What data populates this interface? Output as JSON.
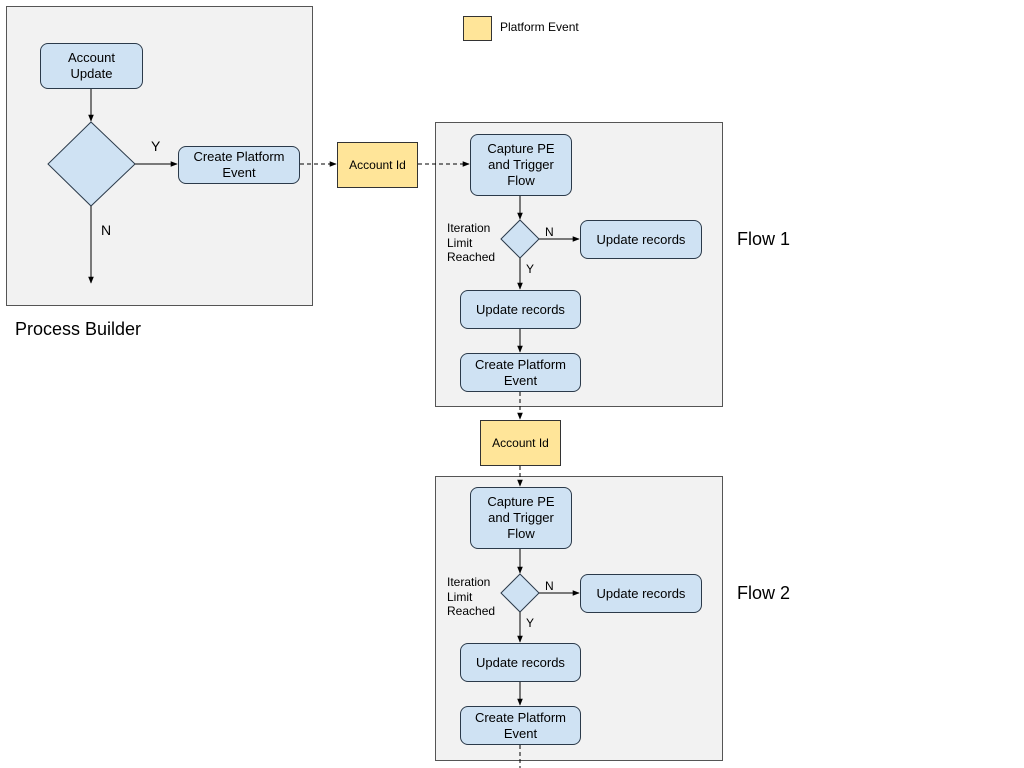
{
  "legend": {
    "label": "Platform Event"
  },
  "process_builder": {
    "title": "Process Builder",
    "start_node": "Account Update",
    "yes_label": "Y",
    "no_label": "N",
    "create_event": "Create Platform Event"
  },
  "event_payload_1": "Account Id",
  "event_payload_2": "Account Id",
  "flow1": {
    "title": "Flow 1",
    "capture": "Capture PE and Trigger Flow",
    "condition": "Iteration\nLimit\nReached",
    "no_label": "N",
    "yes_label": "Y",
    "update_no": "Update records",
    "update_yes": "Update records",
    "create_event": "Create Platform Event"
  },
  "flow2": {
    "title": "Flow 2",
    "capture": "Capture PE and Trigger Flow",
    "condition": "Iteration\nLimit\nReached",
    "no_label": "N",
    "yes_label": "Y",
    "update_no": "Update records",
    "update_yes": "Update records",
    "create_event": "Create Platform Event"
  }
}
